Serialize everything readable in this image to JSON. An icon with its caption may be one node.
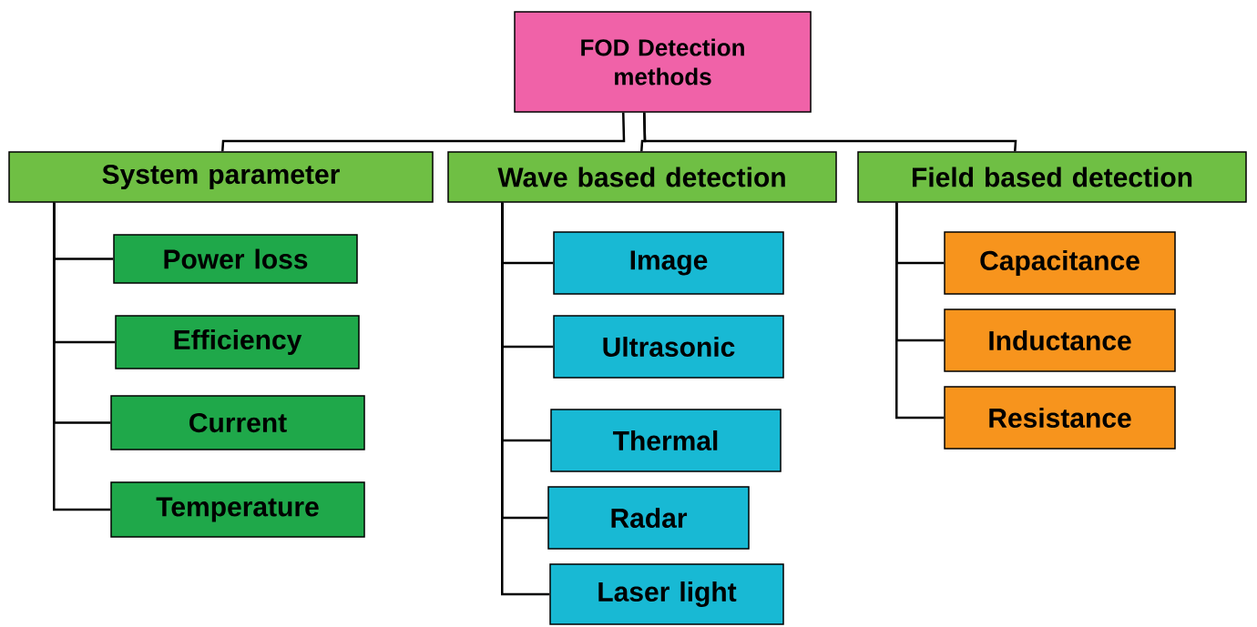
{
  "diagram": {
    "nodes": [
      {
        "text": [
          "FOD Detection methods"
        ]
      },
      {
        "text": [
          "System parameter"
        ]
      },
      {
        "text": [
          "Wave based detection"
        ]
      },
      {
        "text": [
          "Field based detection"
        ]
      },
      {
        "text": [
          "Power loss"
        ]
      },
      {
        "text": [
          "Efficiency"
        ]
      },
      {
        "text": [
          "Current"
        ]
      },
      {
        "text": [
          "Temperature"
        ]
      },
      {
        "text": [
          "Image"
        ]
      },
      {
        "text": [
          "Ultrasonic"
        ]
      },
      {
        "text": [
          "Thermal"
        ]
      },
      {
        "text": [
          "Radar"
        ]
      },
      {
        "text": [
          "Laser light"
        ]
      },
      {
        "text": [
          "Capacitance"
        ]
      },
      {
        "text": [
          "Inductance"
        ]
      },
      {
        "text": [
          "Resistance"
        ]
      }
    ],
    "edges": [
      {
        "from": 0,
        "to": 1,
        "arrow": "none"
      },
      {
        "from": 0,
        "to": 2,
        "arrow": "none"
      },
      {
        "from": 0,
        "to": 3,
        "arrow": "none"
      },
      {
        "from": 1,
        "to": 4,
        "arrow": "none"
      },
      {
        "from": 1,
        "to": 5,
        "arrow": "none"
      },
      {
        "from": 1,
        "to": 6,
        "arrow": "none"
      },
      {
        "from": 1,
        "to": 7,
        "arrow": "none"
      },
      {
        "from": 2,
        "to": 8,
        "arrow": "none"
      },
      {
        "from": 2,
        "to": 9,
        "arrow": "none"
      },
      {
        "from": 2,
        "to": 10,
        "arrow": "none"
      },
      {
        "from": 2,
        "to": 11,
        "arrow": "none"
      },
      {
        "from": 2,
        "to": 12,
        "arrow": "none"
      },
      {
        "from": 3,
        "to": 13,
        "arrow": "none"
      },
      {
        "from": 3,
        "to": 14,
        "arrow": "none"
      },
      {
        "from": 3,
        "to": 15,
        "arrow": "none"
      }
    ]
  }
}
